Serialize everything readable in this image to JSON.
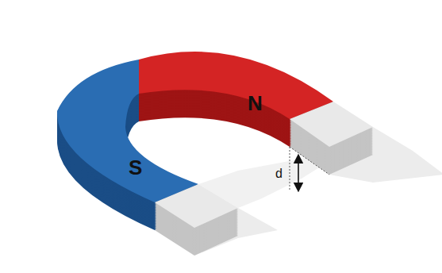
{
  "diagram": {
    "labels": [
      "S",
      "N",
      "d"
    ]
  }
}
